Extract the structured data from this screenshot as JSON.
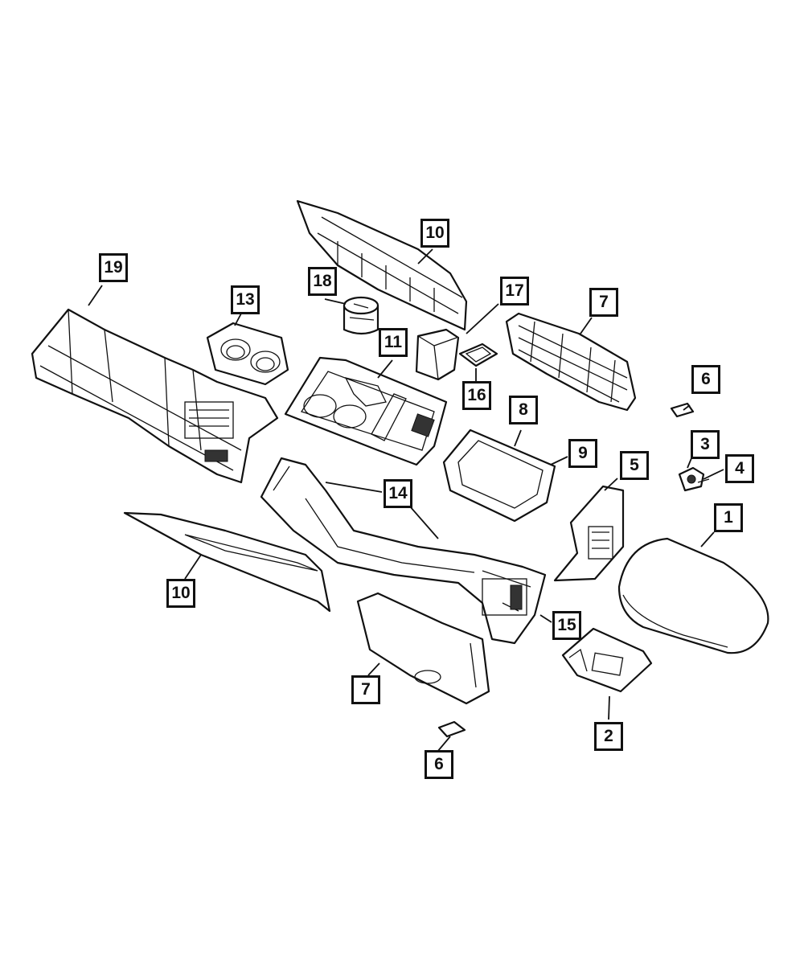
{
  "diagram": {
    "callouts": [
      {
        "id": "c1",
        "label": "1"
      },
      {
        "id": "c2",
        "label": "2"
      },
      {
        "id": "c3",
        "label": "3"
      },
      {
        "id": "c4",
        "label": "4"
      },
      {
        "id": "c5",
        "label": "5"
      },
      {
        "id": "c6a",
        "label": "6"
      },
      {
        "id": "c6b",
        "label": "6"
      },
      {
        "id": "c7a",
        "label": "7"
      },
      {
        "id": "c7b",
        "label": "7"
      },
      {
        "id": "c8",
        "label": "8"
      },
      {
        "id": "c9",
        "label": "9"
      },
      {
        "id": "c10a",
        "label": "10"
      },
      {
        "id": "c10b",
        "label": "10"
      },
      {
        "id": "c11",
        "label": "11"
      },
      {
        "id": "c13",
        "label": "13"
      },
      {
        "id": "c14",
        "label": "14"
      },
      {
        "id": "c15",
        "label": "15"
      },
      {
        "id": "c16",
        "label": "16"
      },
      {
        "id": "c17",
        "label": "17"
      },
      {
        "id": "c18",
        "label": "18"
      },
      {
        "id": "c19",
        "label": "19"
      }
    ]
  }
}
